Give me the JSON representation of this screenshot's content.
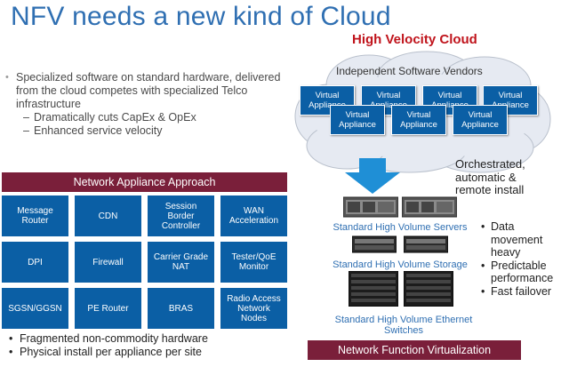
{
  "title": "NFV needs a new kind of Cloud",
  "high_velocity_title": "High Velocity Cloud",
  "intro_bullets": {
    "main": "Specialized software on standard hardware, delivered from the cloud competes with specialized Telco infrastructure",
    "subs": [
      "Dramatically cuts CapEx & OpEx",
      "Enhanced service velocity"
    ]
  },
  "network_appliance": {
    "title": "Network Appliance Approach",
    "cells": [
      "Message\nRouter",
      "CDN",
      "Session\nBorder\nController",
      "WAN\nAcceleration",
      "DPI",
      "Firewall",
      "Carrier Grade\nNAT",
      "Tester/QoE\nMonitor",
      "SGSN/GGSN",
      "PE Router",
      "BRAS",
      "Radio Access\nNetwork\nNodes"
    ],
    "bottom_bullets": [
      "Fragmented non-commodity hardware",
      "Physical install per appliance per site"
    ]
  },
  "cloud": {
    "isv_label": "Independent Software Vendors",
    "virtual_appliances": [
      "Virtual\nAppliance",
      "Virtual\nAppliance",
      "Virtual\nAppliance",
      "Virtual\nAppliance",
      "Virtual\nAppliance",
      "Virtual\nAppliance",
      "Virtual\nAppliance"
    ]
  },
  "orchestration_text": "Orchestrated,\nautomatic &\nremote install",
  "hardware": {
    "servers_label": "Standard High Volume Servers",
    "storage_label": "Standard High Volume Storage",
    "switches_label": "Standard High Volume Ethernet\nSwitches"
  },
  "side_bullets": [
    "Data",
    "movement",
    "heavy",
    "Predictable",
    "performance",
    "Fast failover"
  ],
  "nfv_label": "Network Function Virtualization",
  "colors": {
    "title_blue": "#2f6fb2",
    "accent_red": "#c0141c",
    "maroon": "#7a1f3a",
    "appliance_blue": "#0b5fa5"
  }
}
